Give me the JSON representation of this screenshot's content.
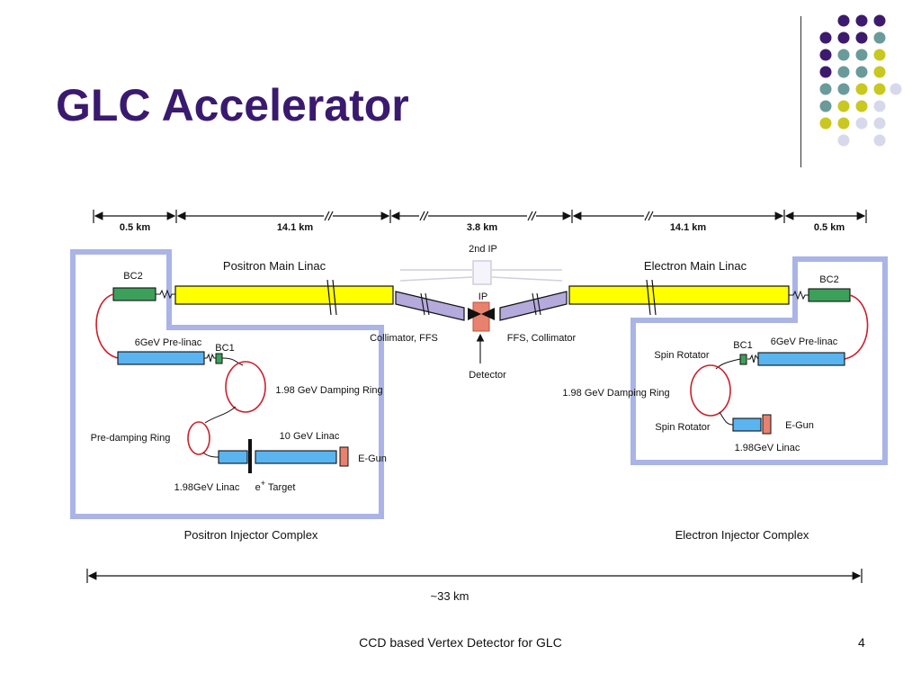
{
  "slide": {
    "title": "GLC Accelerator",
    "footer_text": "CCD based Vertex Detector for GLC",
    "page_number": "4"
  },
  "colors": {
    "title": "#3a1a6e",
    "linac_yellow": "#ffff00",
    "injector_blue": "#5ab4f0",
    "bc_green": "#3ca05a",
    "ffs_lavender": "#b4aadc",
    "complex_border": "#aab4e6",
    "ring_red": "#cc1f2a",
    "gun_salmon": "#e8826e",
    "deco_purple": "#3d1a6e",
    "deco_teal": "#6a9a9a",
    "deco_yellow": "#c8c820",
    "deco_lavender": "#d8d8ec"
  },
  "diagram": {
    "dimensions": {
      "left_bc": "0.5 km",
      "left_linac": "14.1 km",
      "center": "3.8 km",
      "right_linac": "14.1 km",
      "right_bc": "0.5 km",
      "total": "~33 km"
    },
    "ip": {
      "second_ip": "2nd IP",
      "ip": "IP",
      "detector": "Detector",
      "left_ffs": "Collimator, FFS",
      "right_ffs": "FFS, Collimator"
    },
    "positron": {
      "main_linac": "Positron Main Linac",
      "bc2": "BC2",
      "prelinac": "6GeV Pre-linac",
      "bc1": "BC1",
      "damping_ring": "1.98 GeV Damping Ring",
      "predamping_ring": "Pre-damping Ring",
      "linac10": "10 GeV Linac",
      "egun": "E-Gun",
      "linac198": "1.98GeV Linac",
      "target_prefix": "e",
      "target_sup": "+",
      "target_suffix": " Target",
      "complex": "Positron Injector Complex"
    },
    "electron": {
      "main_linac": "Electron Main Linac",
      "bc2": "BC2",
      "prelinac": "6GeV Pre-linac",
      "bc1": "BC1",
      "spin_rotator_top": "Spin Rotator",
      "spin_rotator_bottom": "Spin Rotator",
      "damping_ring": "1.98 GeV Damping Ring",
      "egun": "E-Gun",
      "linac198": "1.98GeV Linac",
      "complex": "Electron Injector Complex"
    }
  }
}
